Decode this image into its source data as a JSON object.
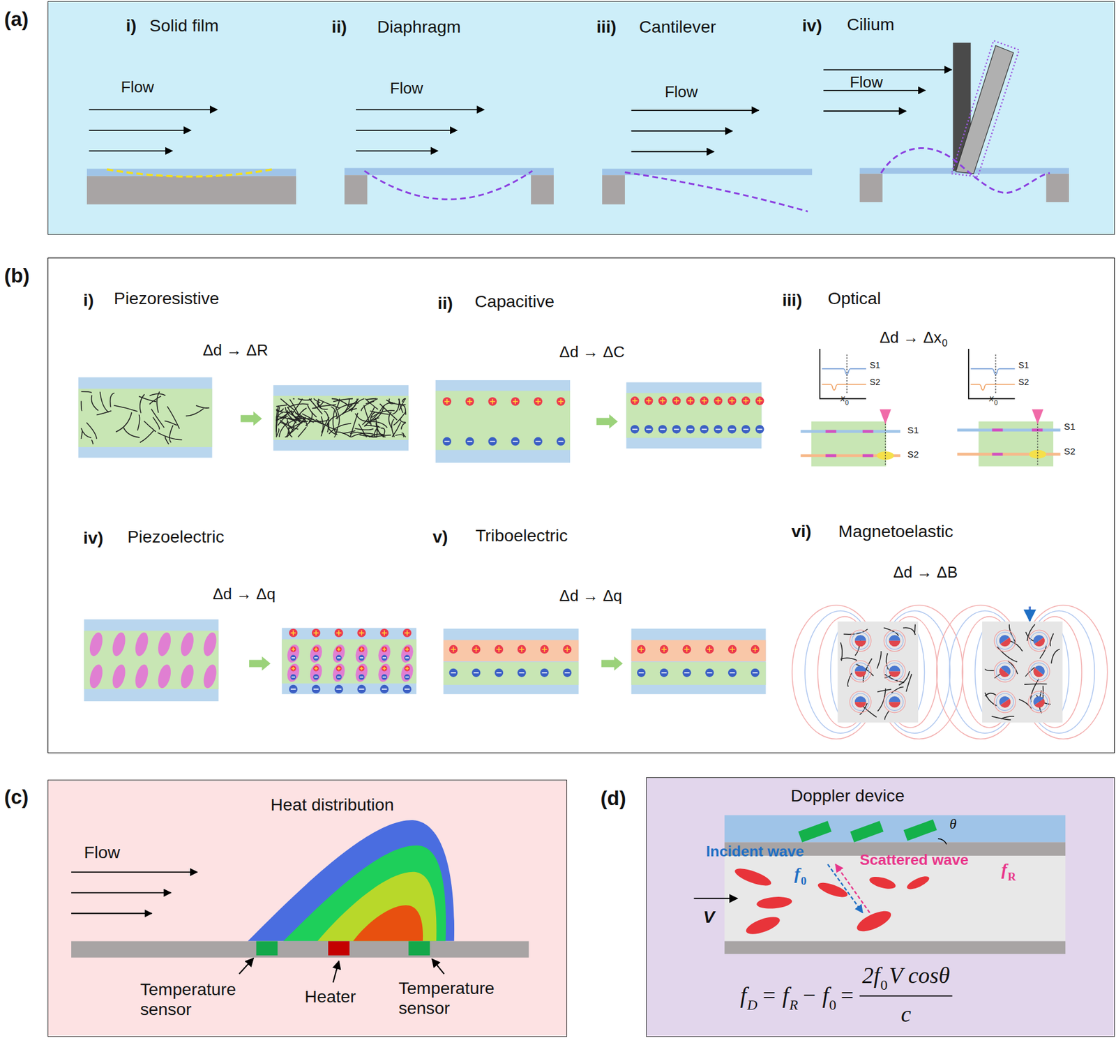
{
  "diagram": {
    "nodes": [
      {
        "text": [
          "(a)"
        ]
      },
      {
        "text": [
          "(b)"
        ]
      },
      {
        "text": [
          "(c)",
          "Heat distribution"
        ]
      },
      {
        "text": [
          "(d)",
          "Doppler device"
        ]
      }
    ],
    "labels": [
      "i)",
      "Solid film",
      "ii)",
      "Diaphragm",
      "iii)",
      "Cantilever",
      "iv)",
      "Cilium",
      "Flow",
      "Flow",
      "Flow",
      "Flow",
      "i)",
      "Piezoresistive",
      "Δd → ΔR",
      "ii)",
      "Capacitive",
      "Δd → ΔC",
      "iii)",
      "Optical",
      "Δd → Δx",
      "0",
      "S1",
      "S2",
      "x",
      "0",
      "S1",
      "S2",
      "x",
      "0",
      "S1",
      "S2",
      "S1",
      "S2",
      "iv)",
      "Piezoelectric",
      "Δd → Δq",
      "v)",
      "Triboelectric",
      "Δd → Δq",
      "vi)",
      "Magnetoelastic",
      "Δd → ΔB",
      "Flow",
      "Temperature sensor",
      "Heater",
      "Temperature sensor",
      "Incident wave",
      "f",
      "0",
      "Scattered wave",
      "f",
      "R",
      "θ",
      "V",
      "f",
      "D",
      "= f",
      "R",
      "− f",
      "0",
      "=",
      "2f",
      "0",
      "V cosθ",
      "c"
    ]
  }
}
